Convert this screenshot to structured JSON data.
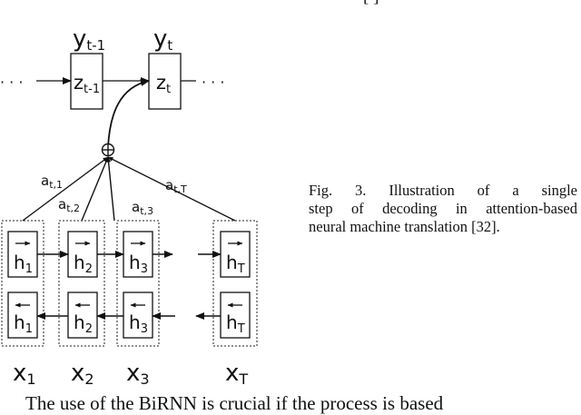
{
  "outputs": {
    "prev": "y",
    "prev_sub": "t-1",
    "cur": "y",
    "cur_sub": "t"
  },
  "states": {
    "prev": "z",
    "prev_sub": "t-1",
    "cur": "z",
    "cur_sub": "t"
  },
  "dots": "· · ·",
  "combine_symbol": "⊕",
  "attention": [
    {
      "base": "a",
      "sub": "t,1"
    },
    {
      "base": "a",
      "sub": "t,2"
    },
    {
      "base": "a",
      "sub": "t,3"
    },
    {
      "base": "a",
      "sub": "t,T"
    }
  ],
  "hidden": [
    {
      "base": "h",
      "sub": "1"
    },
    {
      "base": "h",
      "sub": "2"
    },
    {
      "base": "h",
      "sub": "3"
    },
    {
      "base": "h",
      "sub": "T"
    }
  ],
  "inputs": [
    {
      "base": "x",
      "sub": "1"
    },
    {
      "base": "x",
      "sub": "2"
    },
    {
      "base": "x",
      "sub": "3"
    },
    {
      "base": "x",
      "sub": "T"
    }
  ],
  "caption": {
    "line1": "Fig. 3.    Illustration of a single",
    "line2": "step of decoding in attention-based",
    "line3": "neural machine translation [32]."
  },
  "top_text": "[          ]",
  "body_text": "The use of the BiRNN is crucial if the process is based"
}
